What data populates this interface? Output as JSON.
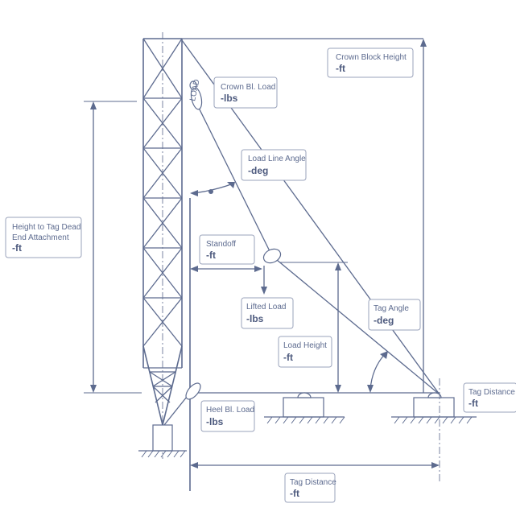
{
  "diagram": {
    "colors": {
      "line": "#5d6b8f",
      "box_border": "#9aa3bb",
      "background": "#ffffff"
    },
    "labels": {
      "crown_block_height": {
        "title": "Crown Block Height",
        "value": "-ft"
      },
      "crown_block_load": {
        "title": "Crown Bl. Load",
        "value": "-lbs"
      },
      "load_line_angle": {
        "title": "Load Line Angle",
        "value": "-deg"
      },
      "height_to_tag": {
        "title_line1": "Height to Tag Dead",
        "title_line2": "End Attachment",
        "value": "-ft"
      },
      "standoff": {
        "title": "Standoff",
        "value": "-ft"
      },
      "lifted_load": {
        "title": "Lifted Load",
        "value": "-lbs"
      },
      "tag_angle": {
        "title": "Tag Angle",
        "value": "-deg"
      },
      "load_height": {
        "title": "Load Height",
        "value": "-ft"
      },
      "heel_block_load": {
        "title": "Heel Bl. Load",
        "value": "-lbs"
      },
      "tag_distance_right": {
        "title": "Tag Distance",
        "value": "-ft"
      },
      "tag_distance_bottom": {
        "title": "Tag Distance",
        "value": "-ft"
      }
    }
  }
}
